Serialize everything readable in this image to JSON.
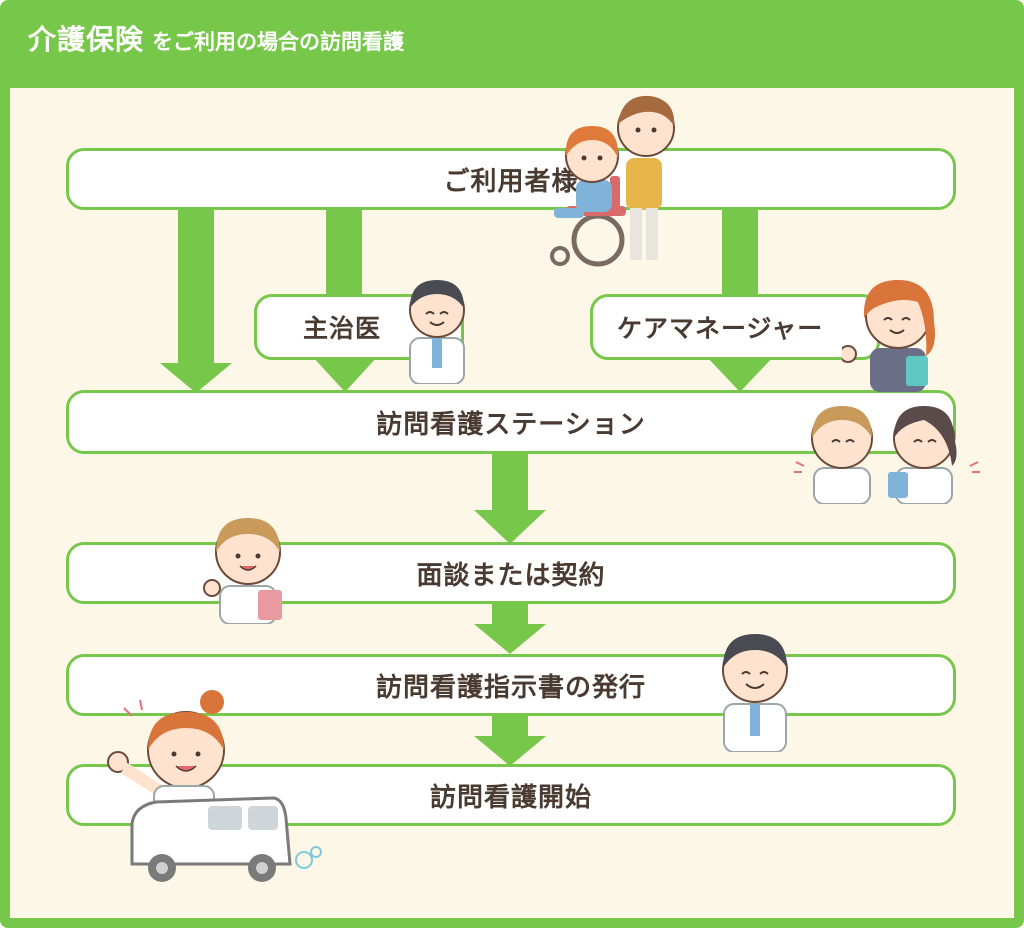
{
  "header": {
    "title_main": "介護保険",
    "title_sub": "をご利用の場合の訪問看護"
  },
  "flow": {
    "user": "ご利用者様",
    "doctor": "主治医",
    "care_manager": "ケアマネージャー",
    "station": "訪問看護ステーション",
    "interview": "面談または契約",
    "instruction": "訪問看護指示書の発行",
    "start": "訪問看護開始"
  },
  "colors": {
    "accent": "#77c84a",
    "background": "#fdf7e8",
    "text": "#4a3b32"
  }
}
